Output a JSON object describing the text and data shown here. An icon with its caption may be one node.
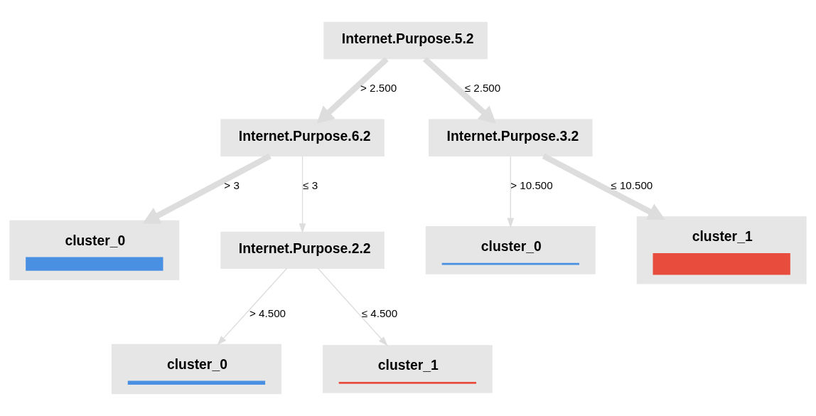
{
  "diagram": {
    "nodes": [
      {
        "text": [
          "Internet.Purpose.5.2"
        ]
      },
      {
        "text": [
          "Internet.Purpose.6.2"
        ]
      },
      {
        "text": [
          "Internet.Purpose.3.2"
        ]
      },
      {
        "text": [
          "cluster_0"
        ]
      },
      {
        "text": [
          "Internet.Purpose.2.2"
        ]
      },
      {
        "text": [
          "cluster_0"
        ]
      },
      {
        "text": [
          "cluster_1"
        ]
      },
      {
        "text": [
          "cluster_0"
        ]
      },
      {
        "text": [
          "cluster_1"
        ]
      }
    ],
    "edges": [
      {
        "from": 0,
        "to": 1,
        "arrow": "to",
        "label": "> 2.500",
        "style": "thick"
      },
      {
        "from": 0,
        "to": 2,
        "arrow": "to",
        "label": "≤ 2.500",
        "style": "thick"
      },
      {
        "from": 1,
        "to": 3,
        "arrow": "to",
        "label": "> 3",
        "style": "thick"
      },
      {
        "from": 1,
        "to": 4,
        "arrow": "to",
        "label": "≤ 3"
      },
      {
        "from": 2,
        "to": 5,
        "arrow": "to",
        "label": "> 10.500"
      },
      {
        "from": 2,
        "to": 6,
        "arrow": "to",
        "label": "≤ 10.500",
        "style": "thick"
      },
      {
        "from": 4,
        "to": 7,
        "arrow": "to",
        "label": "> 4.500"
      },
      {
        "from": 4,
        "to": 8,
        "arrow": "to",
        "label": "≤ 4.500"
      }
    ]
  }
}
